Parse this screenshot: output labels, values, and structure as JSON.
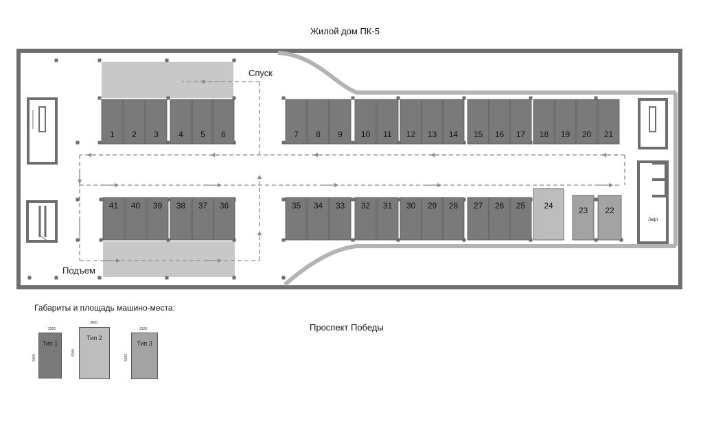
{
  "building_title": "Жилой дом ПК-5",
  "street_label": "Проспект Победы",
  "descent_label": "Спуск",
  "ascent_label": "Подъем",
  "elevator_label": "Лифт",
  "legend": {
    "title": "Габариты и площадь машино-места:",
    "types": [
      {
        "name": "Тип 1",
        "width": "2500",
        "length": "5300",
        "color": "#7a7a7a"
      },
      {
        "name": "Тип 2",
        "width": "3600",
        "length": "6000",
        "color": "#bdbdbd"
      },
      {
        "name": "Тип 3",
        "width": "3100",
        "length": "5300",
        "color": "#a3a3a3"
      }
    ]
  },
  "colors": {
    "wall": "#6e6e6e",
    "spot_type1": "#7a7a7a",
    "spot_type2": "#bdbdbd",
    "spot_type3": "#a3a3a3",
    "ramp_zone": "#c8c8c8",
    "arrow": "#8a8a8a"
  },
  "spots": {
    "top": [
      "1",
      "2",
      "3",
      "4",
      "5",
      "6",
      "7",
      "8",
      "9",
      "10",
      "11",
      "12",
      "13",
      "14",
      "15",
      "16",
      "17",
      "18",
      "19",
      "20",
      "21"
    ],
    "bottom_left": [
      "41",
      "40",
      "39",
      "38",
      "37",
      "36"
    ],
    "bottom_right": [
      "35",
      "34",
      "33",
      "32",
      "31",
      "30",
      "29",
      "28",
      "27",
      "26",
      "25"
    ],
    "special": [
      "24",
      "23",
      "22"
    ]
  }
}
